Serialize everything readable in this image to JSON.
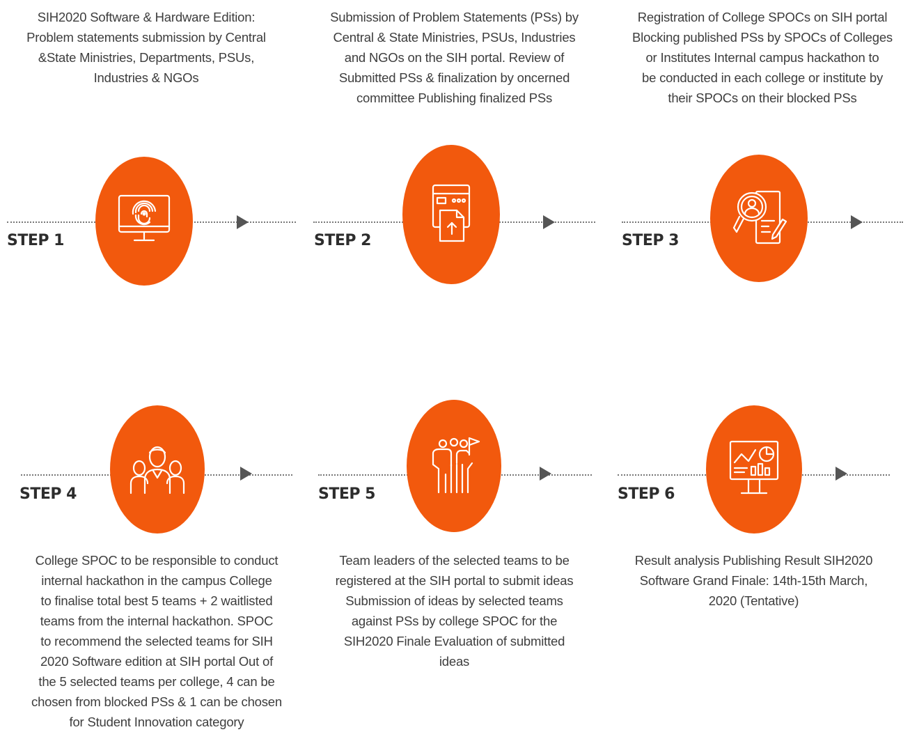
{
  "theme": {
    "accent": "#f2590d",
    "icon_stroke": "#ffffff",
    "line": "#777777",
    "arrow": "#555555"
  },
  "steps": [
    {
      "label": "STEP 1",
      "icon": "computer-fingerprint-icon",
      "description": "SIH2020 Software & Hardware Edition:\nProblem statements submission by Central\n&State Ministries, Departments, PSUs,\nIndustries & NGOs"
    },
    {
      "label": "STEP 2",
      "icon": "browser-upload-document-icon",
      "description": "Submission of Problem Statements (PSs) by\nCentral & State Ministries, PSUs, Industries\nand NGOs on the SIH portal. Review of\nSubmitted PSs & finalization by oncerned\ncommittee Publishing finalized PSs"
    },
    {
      "label": "STEP 3",
      "icon": "profile-search-document-icon",
      "description": "Registration of College SPOCs on SIH portal\nBlocking published PSs by SPOCs of Colleges\nor Institutes Internal campus hackathon to\nbe conducted in each college or institute by\ntheir SPOCs on their blocked PSs"
    },
    {
      "label": "STEP 4",
      "icon": "team-people-icon",
      "description": "College SPOC to be responsible to conduct\ninternal hackathon in the campus College\nto finalise total best 5 teams + 2 waitlisted\nteams from the internal hackathon. SPOC\nto recommend the selected teams for SIH\n2020 Software edition at SIH portal Out of\nthe 5 selected teams per college, 4 can be\nchosen from blocked PSs & 1 can be chosen\nfor Student Innovation category"
    },
    {
      "label": "STEP 5",
      "icon": "team-leader-flag-icon",
      "description": "Team leaders of the selected teams to be\nregistered at the SIH portal to submit ideas\nSubmission of ideas by selected teams\nagainst PSs by college SPOC for the\nSIH2020 Finale Evaluation of submitted\nideas"
    },
    {
      "label": "STEP 6",
      "icon": "presentation-analytics-icon",
      "description": "Result analysis Publishing Result SIH2020\nSoftware Grand Finale: 14th-15th March,\n2020 (Tentative)"
    }
  ]
}
